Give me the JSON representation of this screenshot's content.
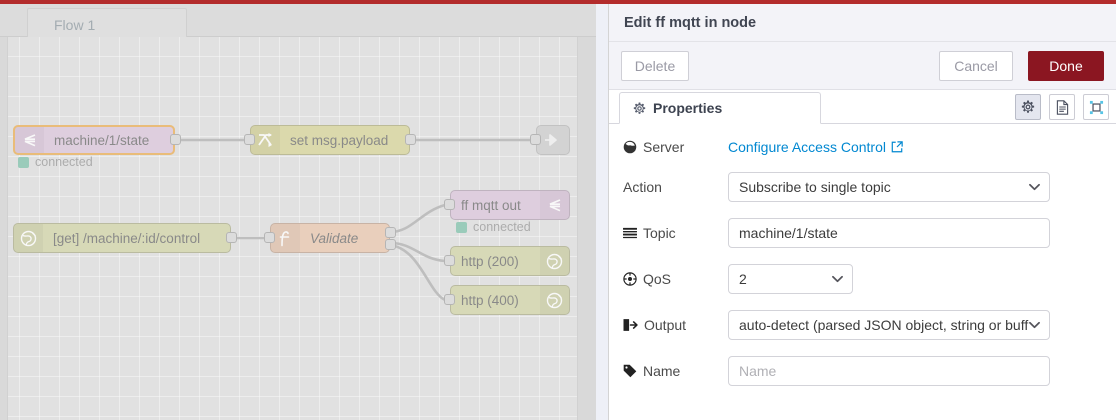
{
  "theme": {
    "accent_red": "#b32c2c",
    "done_red": "#8b1621",
    "link_blue": "#0288d1",
    "status_green": "#6fbba0",
    "selected_orange": "#e8a33d"
  },
  "workspace": {
    "tab_label": "Flow 1",
    "nodes": [
      {
        "id": "mqtt-in",
        "label": "machine/1/state",
        "type": "mqtt-in",
        "icon": "mqtt-icon",
        "selected": true,
        "status": "connected"
      },
      {
        "id": "change",
        "label": "set msg.payload",
        "type": "change",
        "icon": "change-icon",
        "selected": false,
        "status": ""
      },
      {
        "id": "link-out",
        "label": "",
        "type": "link-out",
        "icon": "link-out-icon",
        "selected": false,
        "status": ""
      },
      {
        "id": "http-in",
        "label": "[get] /machine/:id/control",
        "type": "http-in",
        "icon": "globe-icon",
        "selected": false,
        "status": ""
      },
      {
        "id": "function",
        "label": "Validate",
        "type": "function",
        "icon": "function-icon",
        "selected": false,
        "status": ""
      },
      {
        "id": "mqtt-out",
        "label": "ff mqtt out",
        "type": "mqtt-out",
        "icon": "mqtt-icon",
        "selected": false,
        "status": "connected"
      },
      {
        "id": "http-200",
        "label": "http (200)",
        "type": "http-response",
        "icon": "globe-icon",
        "selected": false,
        "status": ""
      },
      {
        "id": "http-400",
        "label": "http (400)",
        "type": "http-response",
        "icon": "globe-icon",
        "selected": false,
        "status": ""
      }
    ]
  },
  "dialog": {
    "title": "Edit ff mqtt in node",
    "buttons": {
      "delete": "Delete",
      "cancel": "Cancel",
      "done": "Done"
    },
    "tabs": [
      {
        "label": "Properties",
        "icon": "gear-icon",
        "active": true
      }
    ],
    "tool_icons": [
      {
        "name": "gear-icon",
        "active": true
      },
      {
        "name": "description-icon",
        "active": false
      },
      {
        "name": "appearance-icon",
        "active": false
      }
    ],
    "form": {
      "server": {
        "label": "Server",
        "icon": "globe-icon",
        "link_text": "Configure Access Control",
        "link_icon": "external-link-icon"
      },
      "action": {
        "label": "Action",
        "icon": "",
        "value": "Subscribe to single topic"
      },
      "topic": {
        "label": "Topic",
        "icon": "tasks-icon",
        "value": "machine/1/state"
      },
      "qos": {
        "label": "QoS",
        "icon": "bullseye-icon",
        "value": "2"
      },
      "output": {
        "label": "Output",
        "icon": "sign-out-icon",
        "value": "auto-detect (parsed JSON object, string or buff"
      },
      "name": {
        "label": "Name",
        "icon": "tag-icon",
        "value": "",
        "placeholder": "Name"
      }
    }
  }
}
